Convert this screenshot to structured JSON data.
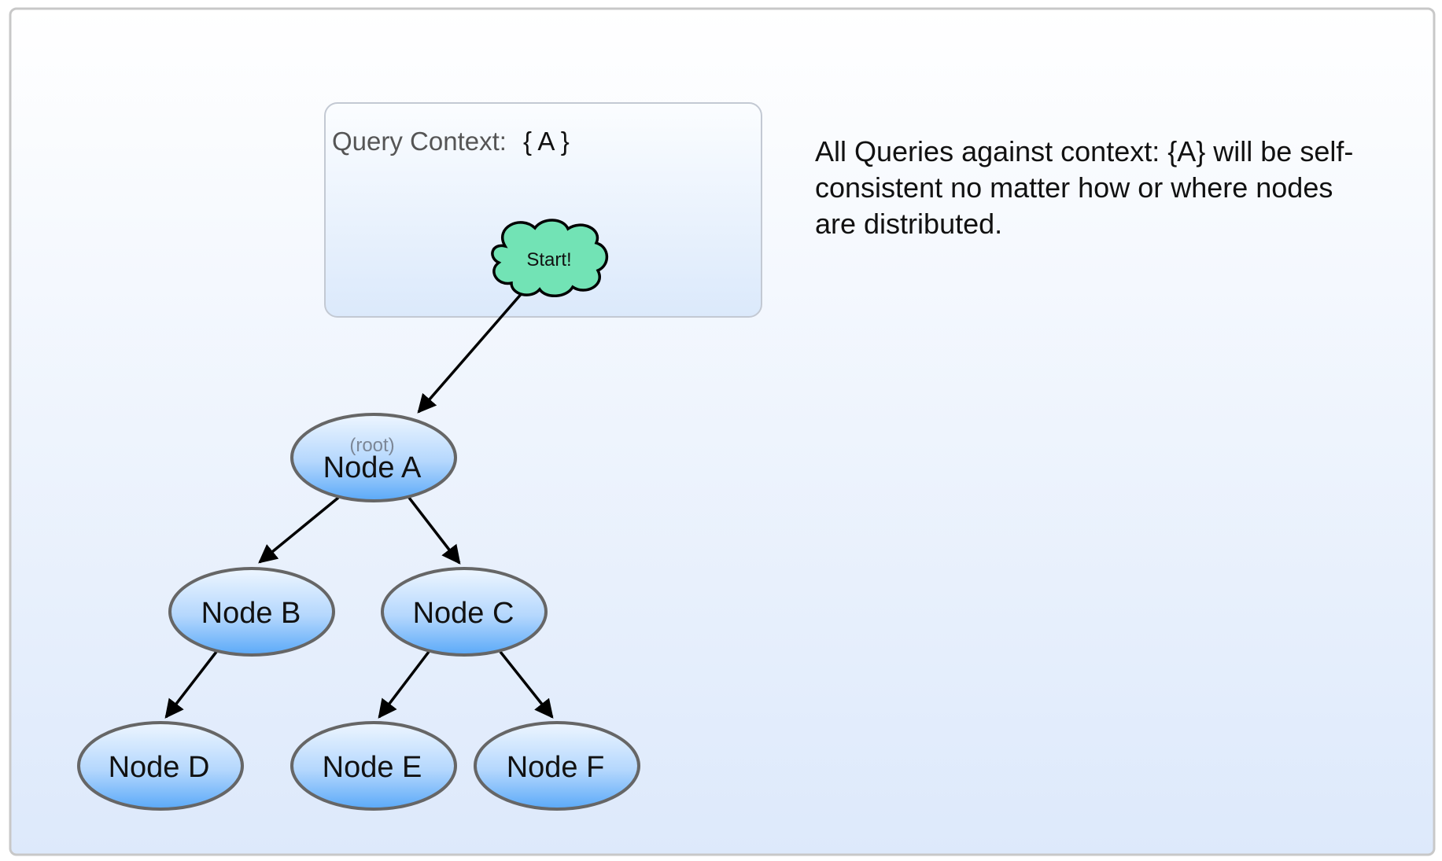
{
  "query_context": {
    "label": "Query Context:",
    "value": "{ A }"
  },
  "start": {
    "label": "Start!"
  },
  "nodes": {
    "a": {
      "label": "Node A",
      "tag": "(root)"
    },
    "b": {
      "label": "Node B"
    },
    "c": {
      "label": "Node C"
    },
    "d": {
      "label": "Node D"
    },
    "e": {
      "label": "Node E"
    },
    "f": {
      "label": "Node F"
    }
  },
  "note": {
    "text": "All Queries against context: {A} will be self-consistent no matter how or where nodes are distributed."
  },
  "colors": {
    "canvas_border": "#c8c8c8",
    "canvas_top": "#ffffff",
    "canvas_bottom": "#dde9fb",
    "node_top": "#e7f2ff",
    "node_bottom": "#62aef9",
    "node_stroke": "#666666",
    "cloud_fill": "#72e3b5",
    "edge": "#000000"
  }
}
